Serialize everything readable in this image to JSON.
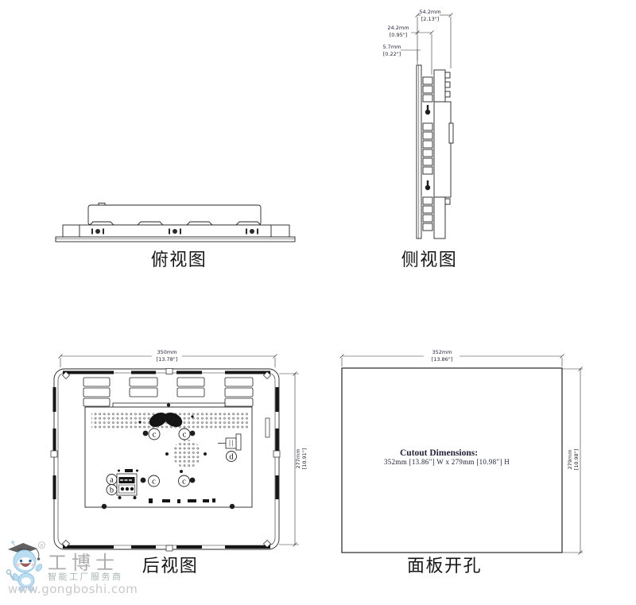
{
  "meta": {
    "line_color": "#242424",
    "background": "#ffffff",
    "mascot_color": "#b8dcf2",
    "watermark_text_color": "#a9a9a9"
  },
  "views": {
    "top": {
      "caption": "俯视图"
    },
    "side": {
      "caption": "侧视图",
      "dim_total_mm": "54.2mm",
      "dim_total_in": "[2.13\"]",
      "dim_body_mm": "24.2mm",
      "dim_body_in": "[0.95\"]",
      "dim_bezel_mm": "5.7mm",
      "dim_bezel_in": "[0.22\"]"
    },
    "rear": {
      "caption": "后视图",
      "dim_width_mm": "350mm",
      "dim_width_in": "[13.78\"]",
      "dim_height_mm": "277mm",
      "dim_height_in": "[10.91\"]",
      "callout_a": "a",
      "callout_b": "b",
      "callout_c": "c",
      "callout_d": "d"
    },
    "cutout": {
      "caption": "面板开孔",
      "dim_width_mm": "352mm",
      "dim_width_in": "[13.86\"]",
      "dim_height_mm": "279mm",
      "dim_height_in": "[10.98\"]",
      "note_title": "Cutout Dimensions:",
      "note_body": "352mm [13.86\"]   W x 279mm [10.98\"] H"
    }
  },
  "watermark": {
    "brand": "工博士",
    "registered": "R",
    "tagline": "智能工厂服务商",
    "url": "www.gongboshi.com"
  }
}
